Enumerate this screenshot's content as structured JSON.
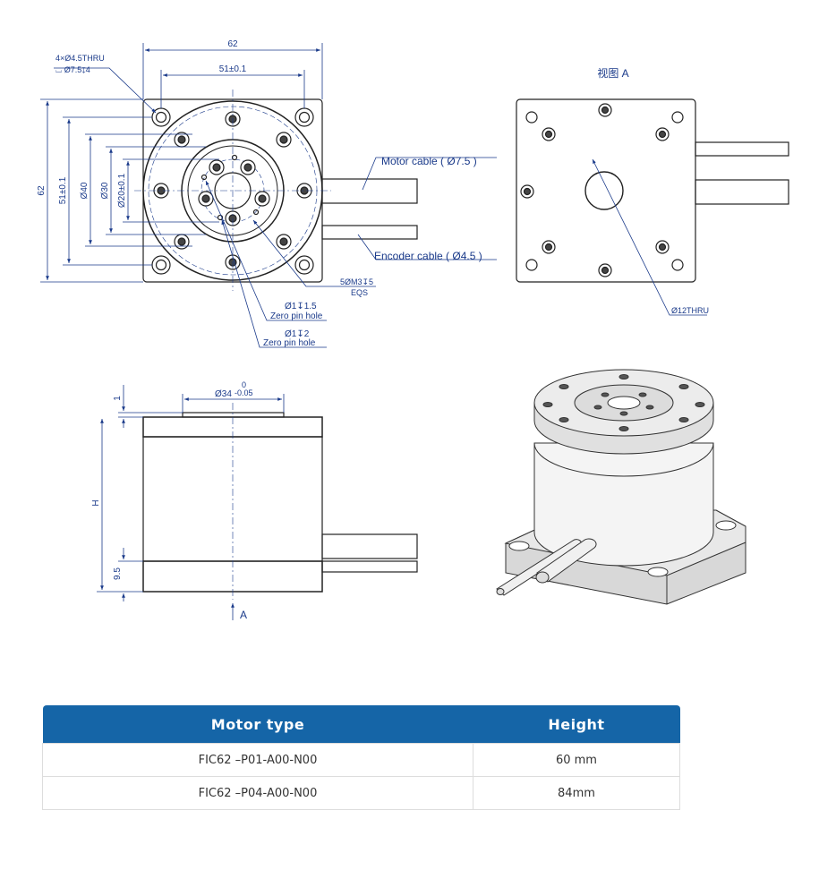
{
  "drawing": {
    "top_view": {
      "dim_width": "62",
      "dim_bolt_pitch": "51±0.1",
      "dim_height": "62",
      "dim_v_pitch": "51±0.1",
      "dim_d40": "Ø40",
      "dim_d30": "Ø30",
      "dim_d20": "Ø20±0.1",
      "hole_spec_line1": "4×Ø4.5THRU",
      "hole_spec_line2": "⌴ Ø7.5↧4",
      "motor_cable": "Motor cable ( Ø7.5 )",
      "encoder_cable": "Encoder cable ( Ø4.5 )",
      "thread_spec": "5ØM3↧5",
      "thread_eqs": "EQS",
      "zero_pin1_spec": "Ø1↧1.5",
      "zero_pin1_label": "Zero pin hole",
      "zero_pin2_spec": "Ø1↧2",
      "zero_pin2_label": "Zero pin hole"
    },
    "view_a": {
      "title": "视图 A",
      "through_hole": "Ø12THRU"
    },
    "side_view": {
      "dim_flange": "Ø34",
      "tol_upper": "0",
      "tol_lower": "-0.05",
      "dim_step": "1",
      "dim_h": "H",
      "dim_base": "9.5",
      "view_arrow": "A"
    }
  },
  "table": {
    "headers": [
      "Motor type",
      "Height"
    ],
    "rows": [
      [
        "FIC62 –P01-A00-N00",
        "60 mm"
      ],
      [
        "FIC62 –P04-A00-N00",
        "84mm"
      ]
    ]
  },
  "colors": {
    "dimension": "#1a3a8a",
    "header_bg": "#1565a7",
    "line": "#222222"
  }
}
